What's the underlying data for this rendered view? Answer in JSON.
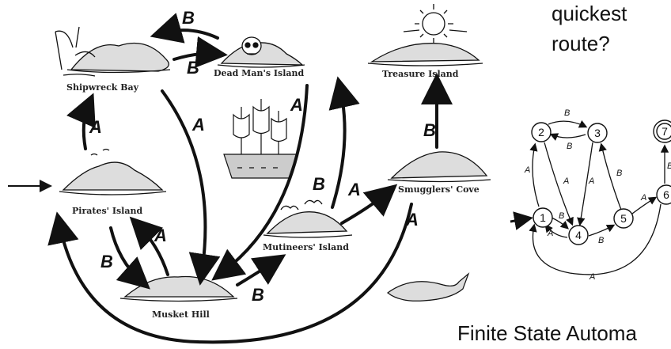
{
  "map": {
    "islands": [
      {
        "id": "shipwreck",
        "label": "Shipwreck Bay"
      },
      {
        "id": "deadman",
        "label": "Dead Man's Island"
      },
      {
        "id": "treasure",
        "label": "Treasure Island"
      },
      {
        "id": "pirates",
        "label": "Pirates' Island"
      },
      {
        "id": "smugglers",
        "label": "Smugglers' Cove"
      },
      {
        "id": "mutineers",
        "label": "Mutineers' Island"
      },
      {
        "id": "musket",
        "label": "Musket Hill"
      }
    ],
    "edges": [
      {
        "from": "deadman",
        "to": "shipwreck",
        "label": "B"
      },
      {
        "from": "shipwreck",
        "to": "deadman",
        "label": "B"
      },
      {
        "from": "pirates",
        "to": "shipwreck",
        "label": "A"
      },
      {
        "from": "shipwreck",
        "to": "musket",
        "label": "A"
      },
      {
        "from": "deadman",
        "to": "musket",
        "label": "A"
      },
      {
        "from": "mutineers",
        "to": "deadman",
        "label": "B"
      },
      {
        "from": "mutineers",
        "to": "smugglers",
        "label": "A"
      },
      {
        "from": "smugglers",
        "to": "treasure",
        "label": "B"
      },
      {
        "from": "pirates",
        "to": "musket",
        "label": "B"
      },
      {
        "from": "musket",
        "to": "pirates",
        "label": "A"
      },
      {
        "from": "musket",
        "to": "mutineers",
        "label": "B"
      },
      {
        "from": "smugglers",
        "to": "pirates",
        "label": "A"
      }
    ]
  },
  "annotation": {
    "question_line1": "quickest",
    "question_line2": "route?",
    "caption": "Finite State Automa"
  },
  "fsa": {
    "states": [
      "1",
      "2",
      "3",
      "4",
      "5",
      "6",
      "7"
    ],
    "edges": [
      {
        "from": "1",
        "to": "2",
        "label": "A"
      },
      {
        "from": "2",
        "to": "3",
        "label": "B"
      },
      {
        "from": "3",
        "to": "2",
        "label": "B"
      },
      {
        "from": "2",
        "to": "4",
        "label": "A"
      },
      {
        "from": "3",
        "to": "4",
        "label": "A"
      },
      {
        "from": "1",
        "to": "4",
        "label": "B"
      },
      {
        "from": "4",
        "to": "1",
        "label": "A"
      },
      {
        "from": "4",
        "to": "5",
        "label": "B"
      },
      {
        "from": "5",
        "to": "3",
        "label": "B"
      },
      {
        "from": "5",
        "to": "6",
        "label": "A"
      },
      {
        "from": "6",
        "to": "7",
        "label": "B"
      },
      {
        "from": "6",
        "to": "1",
        "label": "A"
      }
    ],
    "start_state": "1",
    "accept_state": "7"
  },
  "colors": {
    "ink": "#111111",
    "paper": "#ffffff",
    "sun": "#ffffff"
  }
}
